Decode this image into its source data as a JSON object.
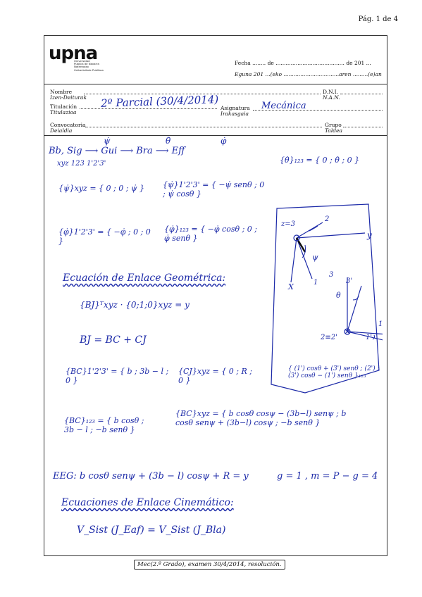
{
  "page_number": "Pág. 1 de 4",
  "logo": {
    "word": "upna",
    "subtitle": [
      "Universidad",
      "Pública de Navarra",
      "Nafarroako",
      "Unibertsitate Publikoa"
    ]
  },
  "header": {
    "fecha_line": "Fecha ........ de ......................................... de 201 ...",
    "eguna_line": "Eguna  201 ...(eko .................................aren .........(e)an",
    "nombre_label": "Nombre",
    "nombre_label_eu": "Izen-Deiturak",
    "dni_label": "D.N.I.",
    "nan_label": "N.A.N.",
    "titulacion_label": "Titulación",
    "titulacion_label_eu": "Titulazioa",
    "asignatura_label": "Asignatura",
    "asignatura_label_eu": "Irakasgaia",
    "convocatoria_label": "Convocatoria",
    "convocatoria_label_eu": "Deialdia",
    "grupo_label": "Grupo",
    "grupo_label_eu": "Taldea",
    "handwritten_name": "2º Parcial (30/4/2014)",
    "handwritten_subject": "Mecánica"
  },
  "handwriting": {
    "chain": "Bb, Sig ⟶ Gui ⟶ Bra ⟶ Eff",
    "chain_sub": "xyz          123          1'2'3'",
    "chain_rates": [
      "ψ̇",
      "θ̇",
      "φ̇"
    ],
    "theta_vec": "{θ̇}₁₂₃ = { 0 ; θ̇ ; 0 }",
    "psi_xyz": "{ψ̇}xyz = { 0 ; 0 ; ψ̇ }",
    "psi_123p": "{ψ̇}1'2'3' = { −ψ̇ senθ ; 0 ; ψ̇ cosθ }",
    "phi_123p": "{φ̇}1'2'3' = { −φ̇ ; 0 ; 0 }",
    "phi_123": "{φ̇}₁₂₃ = { −φ̇ cosθ ; 0 ; φ̇ senθ }",
    "section1": "Ecuación de Enlace Geométrica:",
    "bj_eq": "{BJ}ᵀxyz · {0;1;0}xyz = y",
    "vec_eq": "BJ = BC + CJ",
    "bc_123p": "{BC}1'2'3' = { b ; 3b − l ; 0 }",
    "cj_xyz": "{CJ}xyz = { 0 ; R ; 0 }",
    "bc_123": "{BC}₁₂₃ = { b cosθ ; 3b − l ; −b senθ }",
    "bc_xyz": "{BC}xyz = { b cosθ cosψ − (3b−l) senψ ; b cosθ senψ + (3b−l) cosψ ; −b senθ }",
    "eeg": "EEG:  b cosθ senψ + (3b − l) cosψ + R = y",
    "eeg_right": "g = 1 ,   m = P − g = 4",
    "section2": "Ecuaciones de Enlace Cinemático:",
    "velocity_eq": "V_Sist (J_Eaf) = V_Sist (J_Bla)",
    "diagram_vec": "{ (1') cosθ + (3') senθ ; (2') ; (3') cosθ − (1') senθ }₁₂₃",
    "diagram_labels": {
      "z3": "z=3",
      "two": "2",
      "y": "y",
      "x": "X",
      "one": "1",
      "psi": "ψ",
      "three": "3",
      "threep": "3'",
      "theta": "θ",
      "z22": "2≡2'",
      "onep": "1'",
      "one_b": "1"
    }
  },
  "footer": "Mec(2.º Grado), examen 30/4/2014, resolución."
}
